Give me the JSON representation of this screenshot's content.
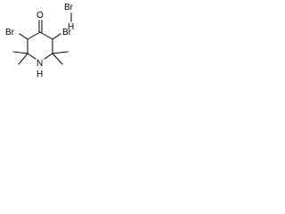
{
  "molecule": {
    "atoms": {
      "salt_br": "Br",
      "salt_h": "H",
      "ketone_o": "O",
      "br_left": "Br",
      "br_right": "Br",
      "amine_n": "N",
      "amine_h": "H"
    }
  }
}
